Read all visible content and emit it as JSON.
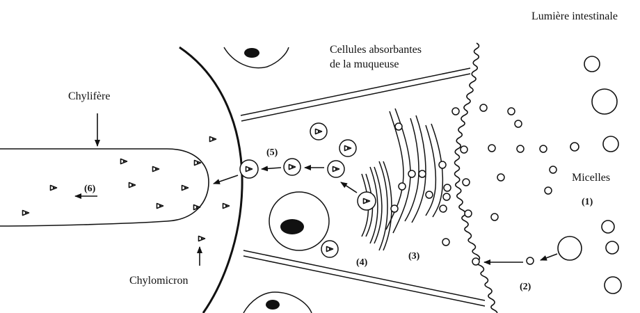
{
  "labels": {
    "lumen": "Lumière intestinale",
    "cells_line1": "Cellules absorbantes",
    "cells_line2": "de la muqueuse",
    "chylifere": "Chylifère",
    "micelles": "Micelles",
    "chylomicron": "Chylomicron"
  },
  "steps": {
    "s1": "(1)",
    "s2": "(2)",
    "s3": "(3)",
    "s4": "(4)",
    "s5": "(5)",
    "s6": "(6)"
  },
  "colors": {
    "ink": "#111111",
    "background": "#ffffff"
  }
}
